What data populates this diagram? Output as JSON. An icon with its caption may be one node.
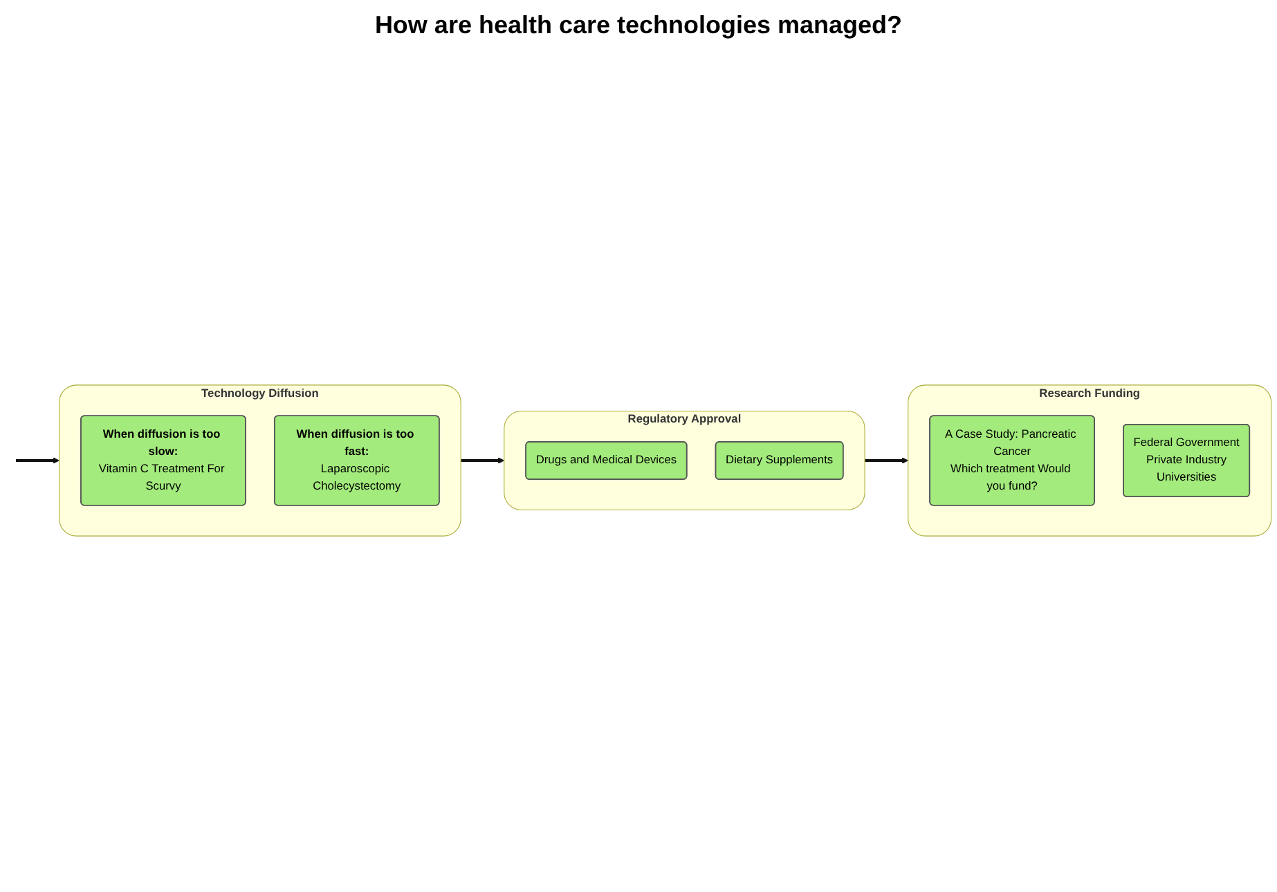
{
  "diagram": {
    "title": "How are health care technologies managed?",
    "nodes": [
      {
        "text": [
          "Technology Diffusion"
        ]
      },
      {
        "text": [
          "When diffusion is too slow:",
          "Vitamin C Treatment For Scurvy"
        ],
        "in": 0
      },
      {
        "text": [
          "When diffusion is too fast:",
          "Laparoscopic Cholecystectomy"
        ],
        "in": 0
      },
      {
        "text": [
          "Regulatory Approval"
        ]
      },
      {
        "text": [
          "Drugs and Medical Devices"
        ],
        "in": 3
      },
      {
        "text": [
          "Dietary Supplements"
        ],
        "in": 3
      },
      {
        "text": [
          "Research Funding"
        ]
      },
      {
        "text": [
          "A Case Study: Pancreatic Cancer",
          "Which treatment Would you fund?"
        ],
        "in": 6
      },
      {
        "text": [
          "Federal Government",
          "Private Industry",
          "Universities"
        ],
        "in": 6
      }
    ],
    "edges": [
      {
        "from": null,
        "to": 0,
        "arrow": "to"
      },
      {
        "from": 0,
        "to": 3,
        "arrow": "to"
      },
      {
        "from": 3,
        "to": 6,
        "arrow": "to"
      }
    ]
  }
}
